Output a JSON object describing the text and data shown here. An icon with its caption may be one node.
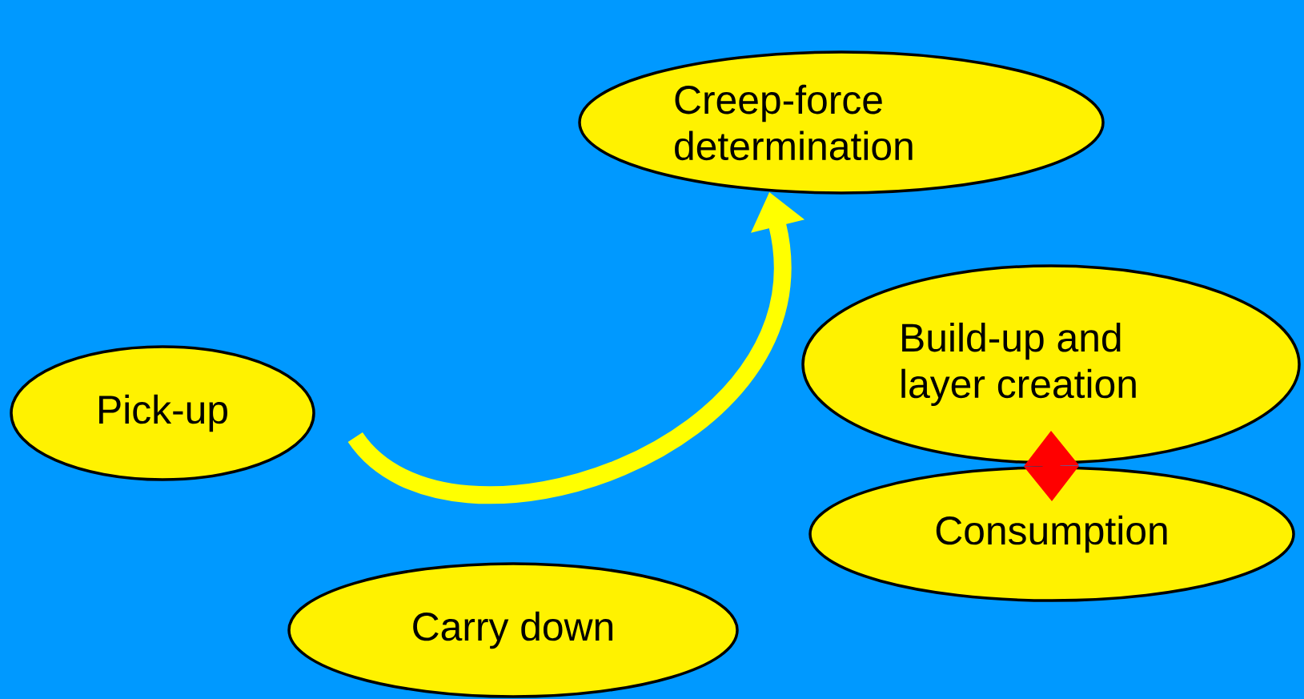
{
  "diagram": {
    "nodes": [
      {
        "text": [
          "Creep-force determination"
        ]
      },
      {
        "text": [
          "Pick-up"
        ]
      },
      {
        "text": [
          "Build-up and layer creation"
        ]
      },
      {
        "text": [
          "Consumption"
        ]
      },
      {
        "text": [
          "Carry down"
        ]
      }
    ],
    "edges": [
      {
        "from": 1,
        "to": 0,
        "arrow": "to",
        "color": "#ffff00"
      },
      {
        "from": 2,
        "to": 3,
        "arrow": "both",
        "color": "#ff0000"
      }
    ]
  }
}
